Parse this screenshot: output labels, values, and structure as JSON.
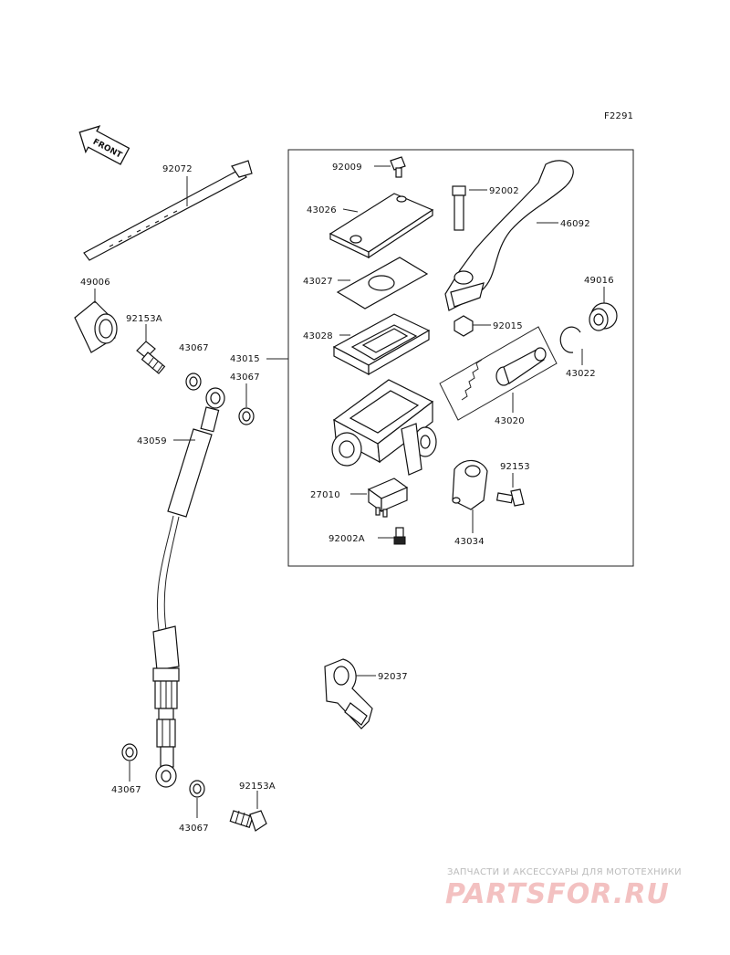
{
  "diagram": {
    "figure_code": "F2291",
    "front_arrow_label": "FRONT",
    "labels": {
      "p92072": "92072",
      "p49006": "49006",
      "p92153A_top": "92153A",
      "p43067_a": "43067",
      "p43067_b": "43067",
      "p43015": "43015",
      "p43059": "43059",
      "p92009": "92009",
      "p43026": "43026",
      "p43027": "43027",
      "p43028": "43028",
      "p92002": "92002",
      "p46092": "46092",
      "p49016": "49016",
      "p92015": "92015",
      "p43022": "43022",
      "p43020": "43020",
      "p92153": "92153",
      "p27010": "27010",
      "p92002A": "92002A",
      "p43034": "43034",
      "p92037": "92037",
      "p43067_c": "43067",
      "p43067_d": "43067",
      "p92153A_bottom": "92153A"
    }
  },
  "watermark": {
    "tagline": "ЗАПЧАСТИ И АКСЕССУАРЫ ДЛЯ МОТОТЕХНИКИ",
    "logo": "PARTSFOR.RU",
    "color": "#e88b8b"
  }
}
